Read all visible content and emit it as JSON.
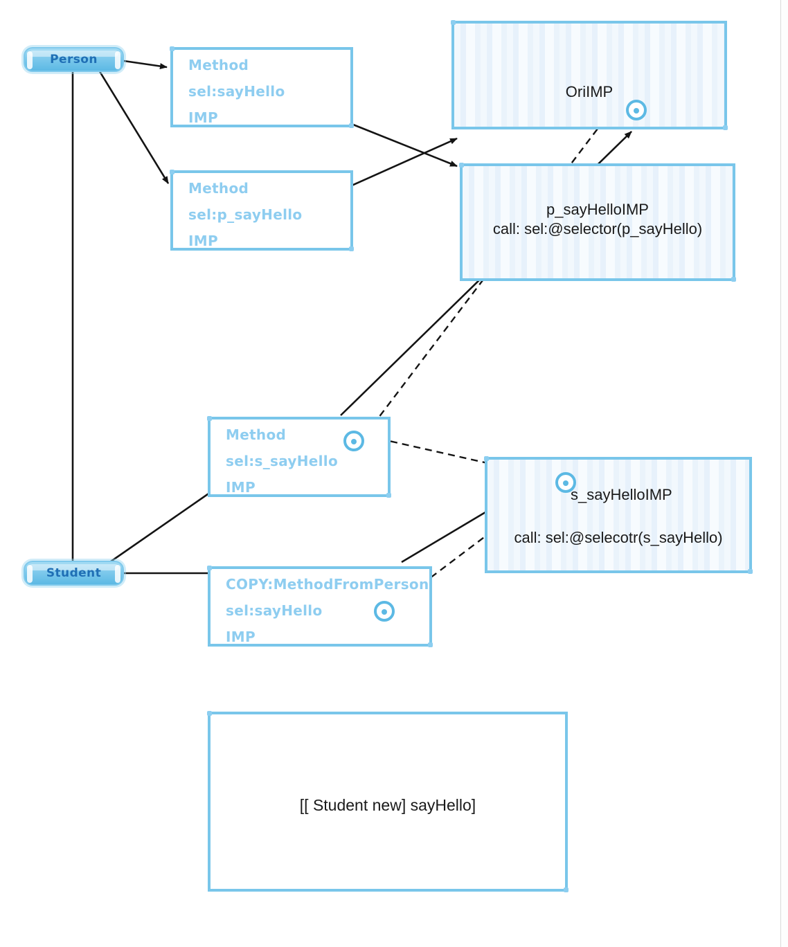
{
  "diagram": {
    "title": "Method Swizzling / IMP exchange diagram",
    "colors": {
      "box_border": "#79c6ea",
      "label_blue": "#8ecdf0",
      "badge_text": "#1f6fb5",
      "edge_black": "#141414",
      "stripe_light": "#f4f9fd",
      "stripe_dark": "#e7f1fb"
    }
  },
  "classes": [
    {
      "name": "person-badge",
      "label": "Person"
    },
    {
      "name": "student-badge",
      "label": "Student"
    }
  ],
  "method_boxes": [
    {
      "name": "person-sayhello-method",
      "line1": "Method",
      "line2": "sel:sayHello",
      "line3": "IMP"
    },
    {
      "name": "person-p-sayhello-method",
      "line1": "Method",
      "line2": "sel:p_sayHello",
      "line3": "IMP"
    },
    {
      "name": "student-s-sayhello-method",
      "line1": "Method",
      "line2": "sel:s_sayHello",
      "line3": "IMP"
    },
    {
      "name": "student-copy-method",
      "line1": "COPY:MethodFromPerson",
      "line2": "sel:sayHello",
      "line3": "IMP"
    }
  ],
  "imp_boxes": [
    {
      "name": "ori-imp",
      "line1": "OriIMP",
      "line2": ""
    },
    {
      "name": "p-sayhello-imp",
      "line1": "p_sayHelloIMP",
      "line2": "call: sel:@selector(p_sayHello)"
    },
    {
      "name": "s-sayhello-imp",
      "line1": "s_sayHelloIMP",
      "line2": "call: sel:@selecotr(s_sayHello)"
    }
  ],
  "call_box": {
    "name": "invocation-box",
    "text": "[[ Student new] sayHello]"
  }
}
